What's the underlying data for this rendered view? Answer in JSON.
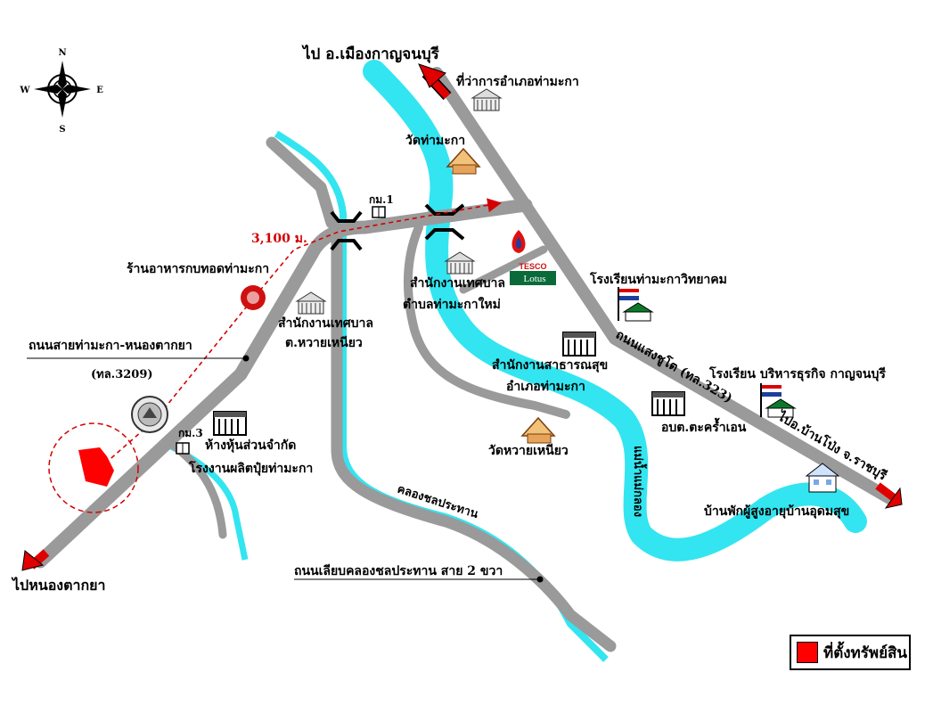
{
  "colors": {
    "road": "#9a9a9a",
    "river": "#33e5f0",
    "property": "#ff0000",
    "distance": "#d40000",
    "arrow": "#e00000"
  },
  "compass": {
    "n": "N",
    "s": "S",
    "e": "E",
    "w": "W"
  },
  "labels": {
    "to_kanchanaburi": "ไป อ.เมืองกาญจนบุรี",
    "district_office": "ที่ว่าการอำเภอท่ามะกา",
    "wat_tha_maka": "วัดท่ามะกา",
    "km1": "กม.1",
    "distance": "3,100 ม.",
    "restaurant": "ร้านอาหารกบทอดท่ามะกา",
    "municipal_huai": "สำนักงานเทศบาล",
    "municipal_huai_2": "ต.หวายเหนียว",
    "municipal_new": "สำนักงานเทศบาล",
    "municipal_new_2": "ตำบลท่ามะกาใหม่",
    "tesco": "TESCO",
    "lotus": "Lotus",
    "school_tmk": "โรงเรียนท่ามะกาวิทยาคม",
    "road_local": "ถนนสายท่ามะกา-หนองตากยา",
    "road_local_code": "(ทล.3209)",
    "road_saeng_chuto": "ถนนแสงชูโต (ทล.323)",
    "health_office": "สำนักงานสาธารณสุข",
    "health_office_2": "อำเภอท่ามะกา",
    "school_business": "โรงเรียน บริหารธุรกิจ กาญจนบุรี",
    "obt": "อบต.ตะคร้ำเอน",
    "to_banpong": "ไปอ.บ้านโป่ง จ.ราชบุรี",
    "km3": "กม.3",
    "company": "ห้างหุ้นส่วนจำกัด",
    "company_2": "โรงงานผลิตปุ๋ยท่ามะกา",
    "wat_huai": "วัดหวายเหนียว",
    "river_name": "แม่น้ำแม่กลอง",
    "canal": "คลองชลประทาน",
    "elder_home": "บ้านพักผู้สูงอายุบ้านอุดมสุข",
    "canal_road": "ถนนเลียบคลองชลประทาน สาย 2 ขวา",
    "to_nongtakya": "ไปหนองตากยา"
  },
  "legend": {
    "label": "ที่ตั้งทรัพย์สิน"
  }
}
